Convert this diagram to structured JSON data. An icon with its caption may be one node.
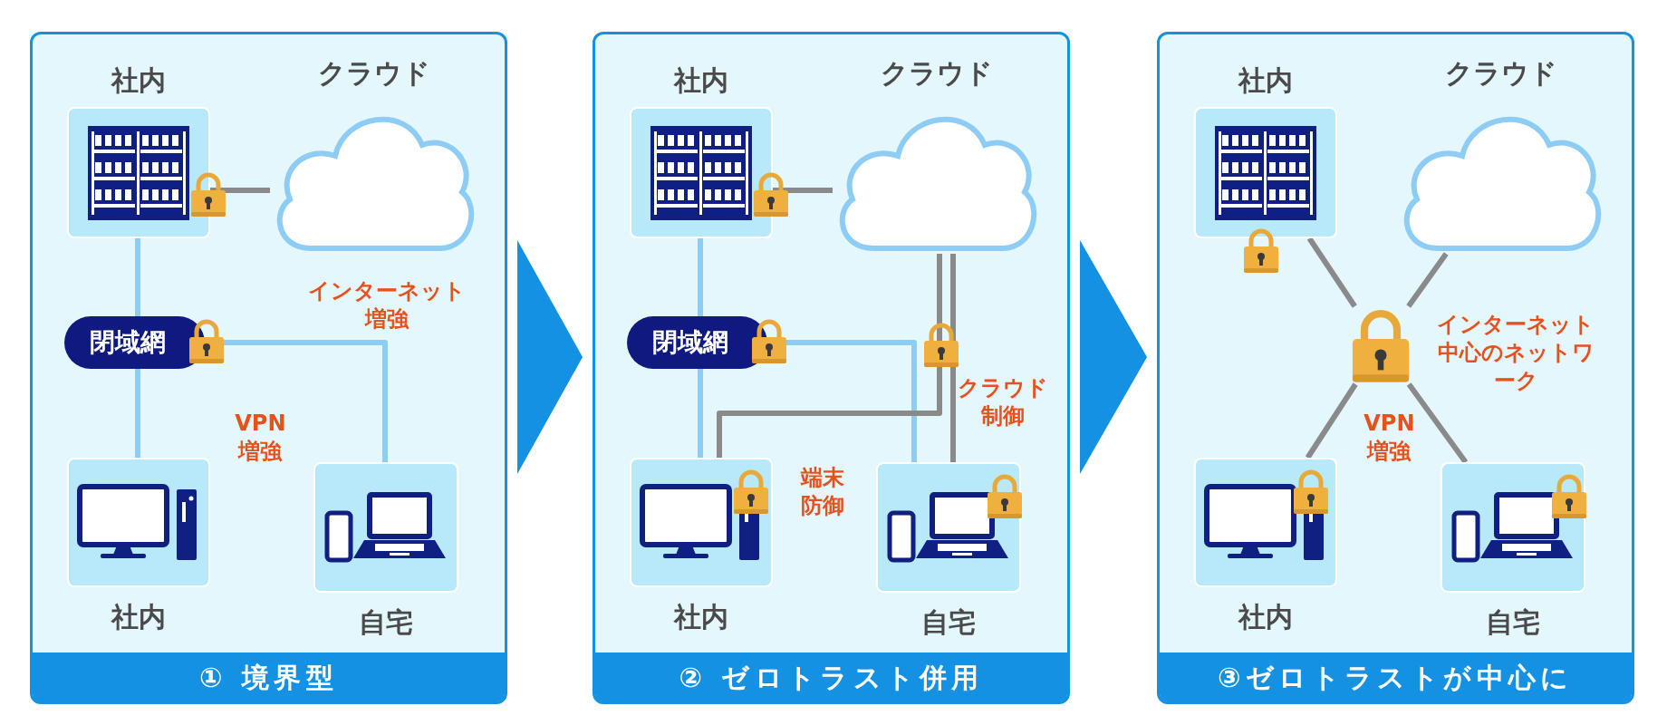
{
  "diagram": {
    "nodes": [
      {
        "text": [
          "① 境界型"
        ]
      },
      {
        "text": [
          "社内"
        ],
        "in": 0
      },
      {
        "text": [
          "クラウド"
        ],
        "in": 0
      },
      {
        "text": [
          "閉域網"
        ],
        "in": 0
      },
      {
        "text": [
          "社内"
        ],
        "in": 0
      },
      {
        "text": [
          "自宅"
        ],
        "in": 0
      },
      {
        "text": [
          "② ゼロトラスト併用"
        ]
      },
      {
        "text": [
          "社内"
        ],
        "in": 6
      },
      {
        "text": [
          "クラウド"
        ],
        "in": 6
      },
      {
        "text": [
          "閉域網"
        ],
        "in": 6
      },
      {
        "text": [
          "社内"
        ],
        "in": 6
      },
      {
        "text": [
          "自宅"
        ],
        "in": 6
      },
      {
        "text": [
          "③ゼロトラストが中心に"
        ]
      },
      {
        "text": [
          "社内"
        ],
        "in": 12
      },
      {
        "text": [
          "クラウド"
        ],
        "in": 12
      },
      {
        "text": [],
        "shape": "picture",
        "in": 12
      },
      {
        "text": [
          "社内"
        ],
        "in": 12
      },
      {
        "text": [
          "自宅"
        ],
        "in": 12
      }
    ],
    "edges": [
      {
        "from": 1,
        "to": 2,
        "arrow": "none"
      },
      {
        "from": 1,
        "to": 3,
        "arrow": "none",
        "color": "#8dcdf5"
      },
      {
        "from": 3,
        "to": 4,
        "arrow": "none",
        "color": "#8dcdf5"
      },
      {
        "from": 3,
        "to": 5,
        "arrow": "none",
        "color": "#8dcdf5"
      },
      {
        "from": 0,
        "to": 6,
        "arrow": "to",
        "color": "#1591e3"
      },
      {
        "from": 7,
        "to": 8,
        "arrow": "none"
      },
      {
        "from": 7,
        "to": 9,
        "arrow": "none",
        "color": "#8dcdf5"
      },
      {
        "from": 9,
        "to": 10,
        "arrow": "none",
        "color": "#8dcdf5"
      },
      {
        "from": 9,
        "to": 11,
        "arrow": "none",
        "color": "#8dcdf5"
      },
      {
        "from": 8,
        "to": 10,
        "arrow": "none"
      },
      {
        "from": 8,
        "to": 11,
        "arrow": "none"
      },
      {
        "from": 6,
        "to": 12,
        "arrow": "to",
        "color": "#1591e3"
      },
      {
        "from": 13,
        "to": 15,
        "arrow": "none"
      },
      {
        "from": 14,
        "to": 15,
        "arrow": "none"
      },
      {
        "from": 15,
        "to": 16,
        "arrow": "none"
      },
      {
        "from": 15,
        "to": 17,
        "arrow": "none"
      }
    ],
    "labels": [
      "インターネット増強",
      "VPN増強",
      "クラウド制御",
      "端末防御",
      "インターネット中心のネットワーク",
      "VPN増強"
    ]
  }
}
